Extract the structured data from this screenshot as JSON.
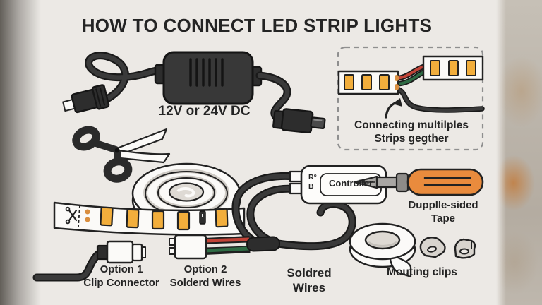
{
  "title": "HOW TO CONNECT LED STRIP LIGHTS",
  "power_adapter": {
    "label": "12V or 24V DC"
  },
  "connection_box": {
    "line1": "Connecting multilples",
    "line2": "Strips gegther"
  },
  "controller": {
    "r": "R°",
    "b": "B",
    "label": "Controller"
  },
  "tape": {
    "line1": "Dupplle-sided",
    "line2": "Tape"
  },
  "soldered": {
    "line1": "Soldred",
    "line2": "Wires"
  },
  "clips": {
    "label": "Mouting clips"
  },
  "option1": {
    "line1": "Option 1",
    "line2": "Clip Connector"
  },
  "option2": {
    "line1": "Option 2",
    "line2": "Solderd Wires"
  },
  "icons": [
    "power-adapter-icon",
    "scissors-icon",
    "led-strip-roll-icon",
    "strip-joining-icon",
    "curved-arrow-icon",
    "rgb-controller-icon",
    "screwdriver-icon",
    "tape-roll-icon",
    "mounting-clips-icon",
    "clip-connector-icon",
    "soldered-wires-icon",
    "cut-mark-icon"
  ],
  "colors": {
    "card_bg": "#ECE9E5",
    "outline": "#222222",
    "text": "#242424",
    "led_amber": "#F2AE3C",
    "pad_orange": "#D98E3F",
    "handle_orange": "#E98B3D",
    "wire_red": "#C04337",
    "wire_green": "#2E6B44"
  }
}
